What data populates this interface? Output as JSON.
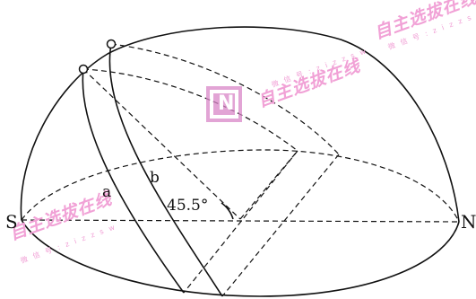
{
  "labels": {
    "south": "S",
    "north": "N",
    "curve_a": "a",
    "curve_b": "b",
    "angle": "45.5°"
  },
  "watermark": {
    "brand_text": "自主选拔在线",
    "wechat_text": "微 信 号 : z i z z s w",
    "logo_letter": "N",
    "color": "#f1a1d6",
    "logo_color": "#d986c8"
  },
  "colors": {
    "line": "#111111",
    "background": "#ffffff"
  }
}
